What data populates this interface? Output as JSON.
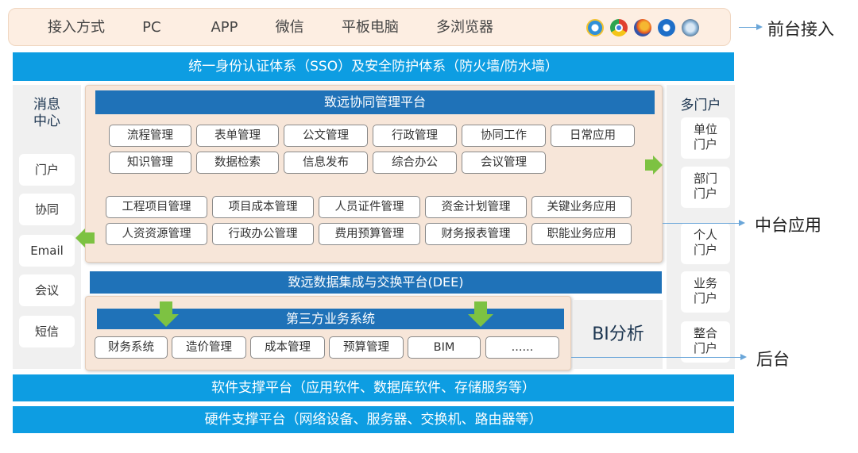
{
  "front_access": {
    "text": "接入方式   PC    APP   微信   平板电脑   多浏览器",
    "label": "前台接入",
    "browser_icons": [
      {
        "name": "ie-icon",
        "color": "#2f8fd8"
      },
      {
        "name": "chrome-icon",
        "color": "#e0402f"
      },
      {
        "name": "firefox-icon",
        "color": "#f08a1c"
      },
      {
        "name": "browser-blue-icon",
        "color": "#1e6fc8"
      },
      {
        "name": "safari-icon",
        "color": "#8fb6d8"
      }
    ]
  },
  "sso_bar": "统一身份认证体系（SSO）及安全防护体系（防火墙/防水墙）",
  "message_center": {
    "title": "消息\n中心",
    "items": [
      "门户",
      "协同",
      "Email",
      "会议",
      "短信"
    ]
  },
  "core_platform": {
    "title": "致远协同管理平台",
    "row1": [
      "流程管理",
      "表单管理",
      "公文管理",
      "行政管理",
      "协同工作",
      "日常应用"
    ],
    "row2": [
      "知识管理",
      "数据检索",
      "信息发布",
      "综合办公",
      "会议管理"
    ],
    "row3": [
      "工程项目管理",
      "项目成本管理",
      "人员证件管理",
      "资金计划管理",
      "关键业务应用"
    ],
    "row4": [
      "人资资源管理",
      "行政办公管理",
      "费用预算管理",
      "财务报表管理",
      "职能业务应用"
    ]
  },
  "portals": {
    "title": "多门户",
    "items": [
      "单位\n门户",
      "部门\n门户",
      "个人\n门户",
      "业务\n门户",
      "整合\n门户"
    ]
  },
  "middle_label": "中台应用",
  "dee_bar": "致远数据集成与交换平台(DEE)",
  "third_party": {
    "title": "第三方业务系统",
    "items": [
      "财务系统",
      "造价管理",
      "成本管理",
      "预算管理",
      "BIM",
      "......"
    ]
  },
  "bi": "BI分析",
  "back_label": "后台",
  "software_bar": "软件支撑平台（应用软件、数据库软件、存储服务等）",
  "hardware_bar": "硬件支撑平台（网络设备、服务器、交换机、路由器等）"
}
